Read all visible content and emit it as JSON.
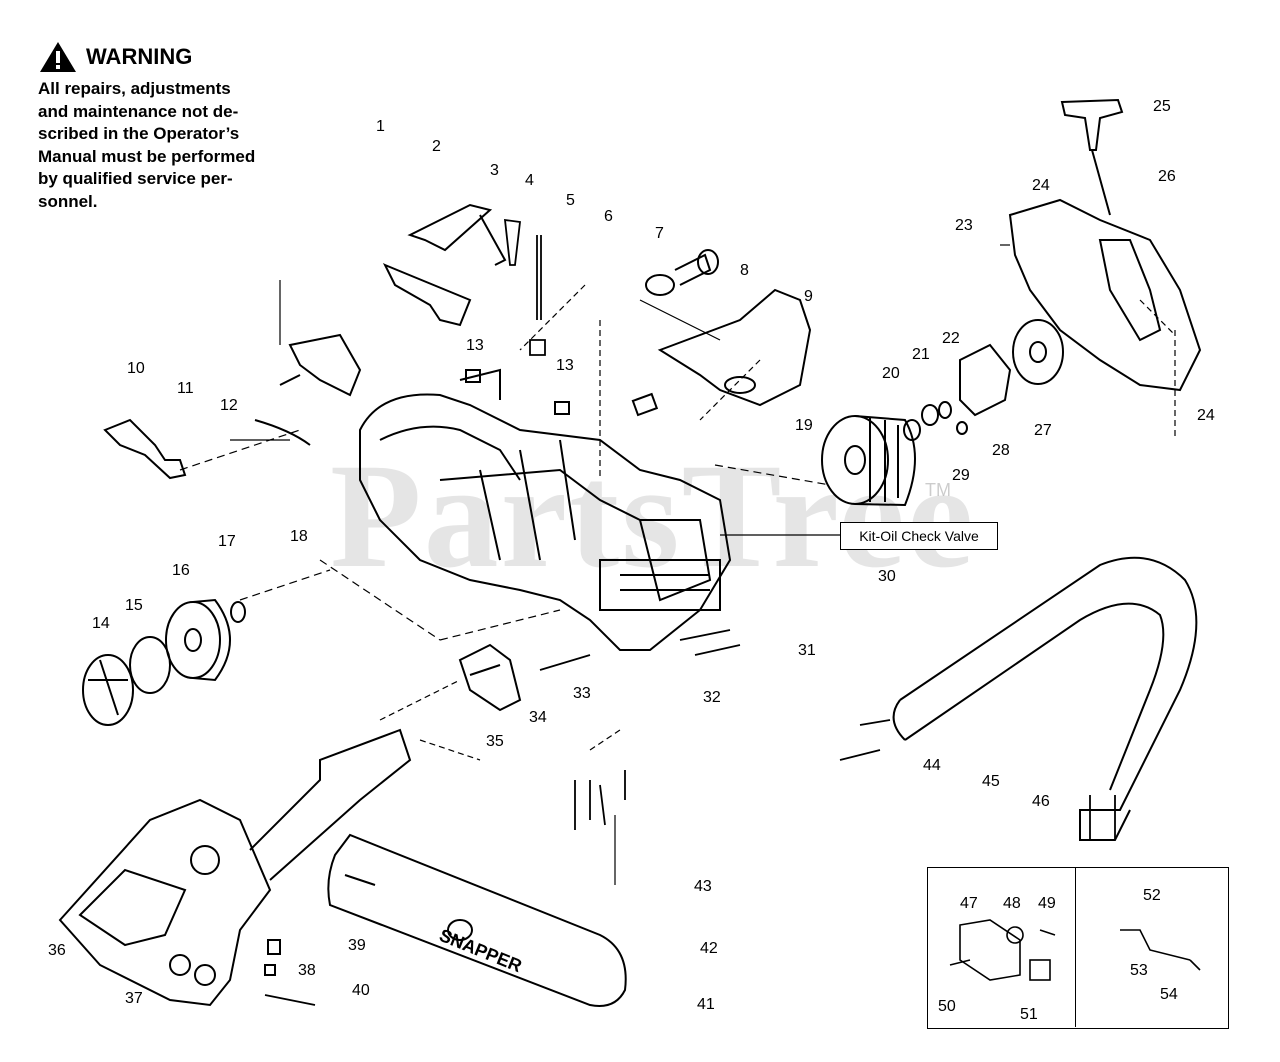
{
  "warning": {
    "title": "WARNING",
    "body": "All repairs, adjustments\nand maintenance not de-\nscribed in the Operator’s\nManual must be performed\nby qualified  service per-\nsonnel."
  },
  "watermark": {
    "text": "PartsTree",
    "tm": "TM"
  },
  "kit_label": "Kit-Oil Check Valve",
  "part_numbers": [
    "1",
    "2",
    "3",
    "4",
    "5",
    "6",
    "7",
    "8",
    "9",
    "10",
    "11",
    "12",
    "13",
    "13",
    "14",
    "15",
    "16",
    "17",
    "18",
    "19",
    "20",
    "21",
    "22",
    "23",
    "24",
    "24",
    "25",
    "26",
    "27",
    "28",
    "29",
    "30",
    "31",
    "32",
    "33",
    "34",
    "35",
    "36",
    "37",
    "38",
    "39",
    "40",
    "41",
    "42",
    "43",
    "44",
    "45",
    "46",
    "47",
    "48",
    "49",
    "50",
    "51",
    "52",
    "53",
    "54"
  ],
  "bar_brand": "SNAPPER",
  "colors": {
    "line": "#000000",
    "background": "#ffffff"
  }
}
